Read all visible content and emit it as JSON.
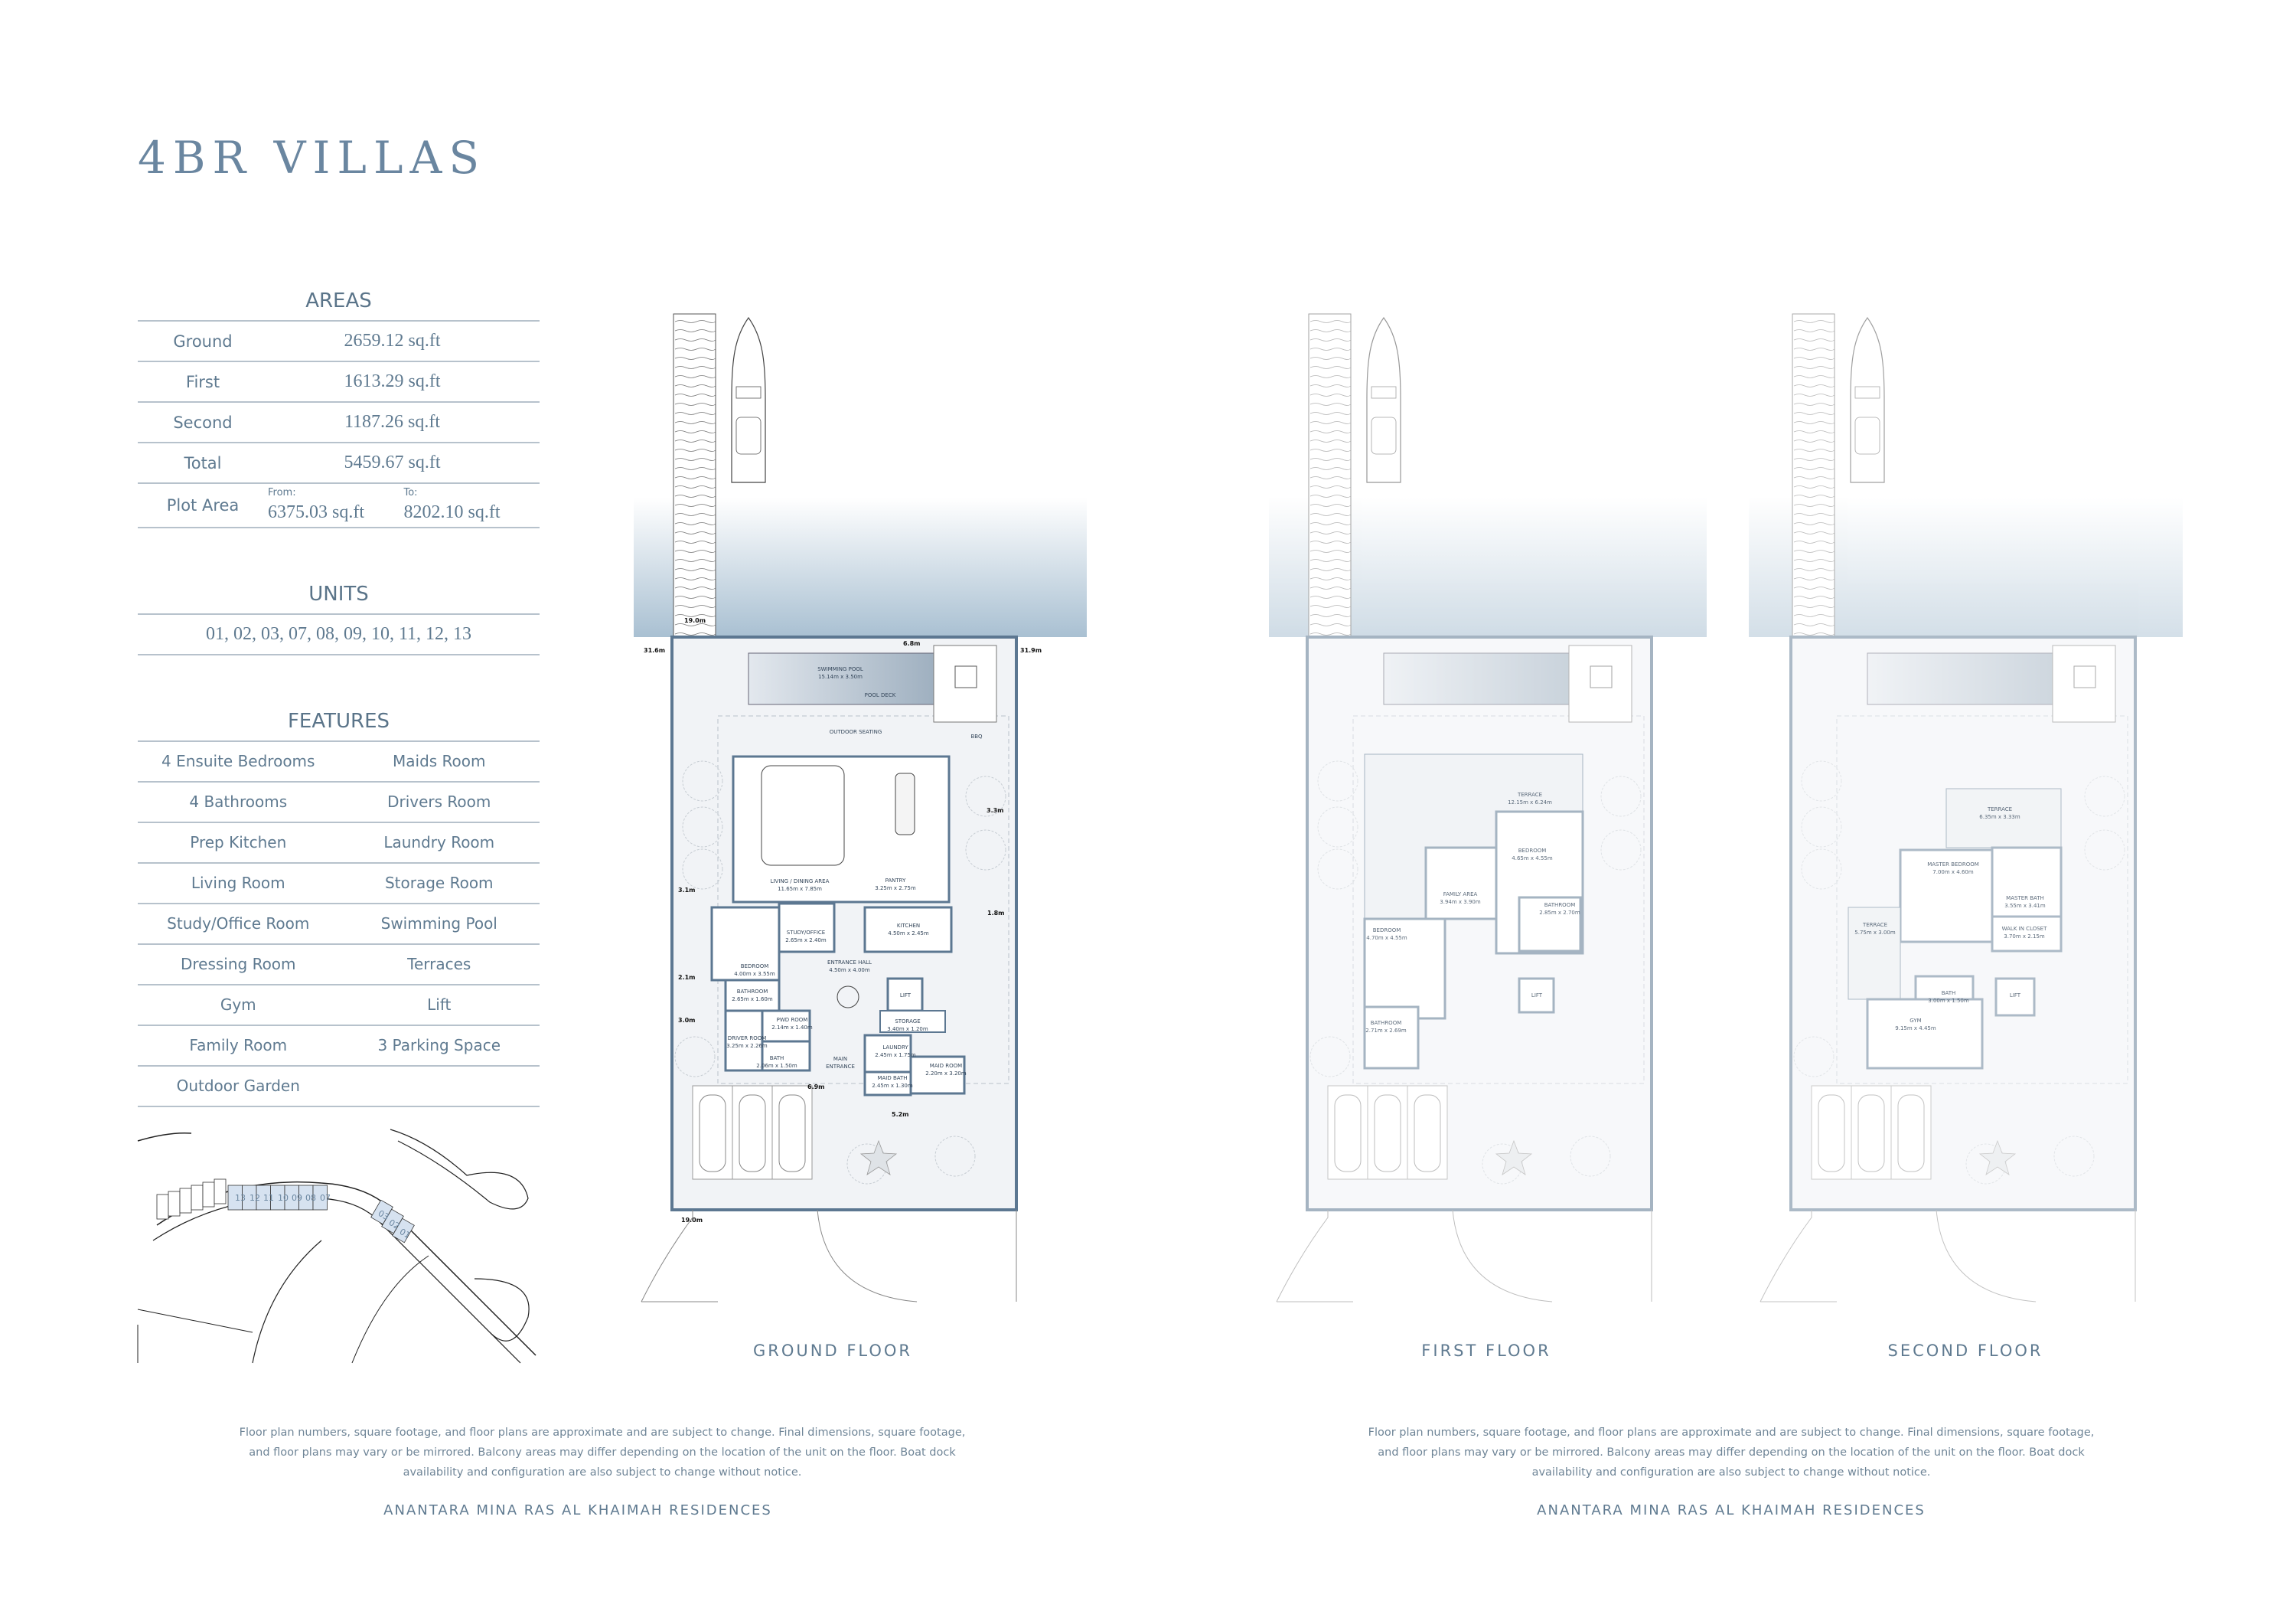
{
  "title": "4BR VILLAS",
  "areas": {
    "heading": "AREAS",
    "rows": [
      {
        "label": "Ground",
        "value": "2659.12 sq.ft"
      },
      {
        "label": "First",
        "value": "1613.29 sq.ft"
      },
      {
        "label": "Second",
        "value": "1187.26 sq.ft"
      },
      {
        "label": "Total",
        "value": "5459.67 sq.ft"
      }
    ],
    "plot": {
      "label": "Plot Area",
      "from_label": "From:",
      "from": "6375.03 sq.ft",
      "to_label": "To:",
      "to": "8202.10 sq.ft"
    }
  },
  "units": {
    "heading": "UNITS",
    "list": "01, 02, 03, 07, 08, 09, 10, 11, 12, 13"
  },
  "features": {
    "heading": "FEATURES",
    "rows": [
      [
        "4 Ensuite Bedrooms",
        "Maids Room"
      ],
      [
        "4 Bathrooms",
        "Drivers Room"
      ],
      [
        "Prep Kitchen",
        "Laundry Room"
      ],
      [
        "Living Room",
        "Storage Room"
      ],
      [
        "Study/Office Room",
        "Swimming Pool"
      ],
      [
        "Dressing Room",
        "Terraces"
      ],
      [
        "Gym",
        "Lift"
      ],
      [
        "Family Room",
        "3 Parking Space"
      ],
      [
        "Outdoor Garden",
        ""
      ]
    ]
  },
  "key_plan": {
    "units": [
      "13",
      "12",
      "11",
      "10",
      "09",
      "08",
      "07",
      "03",
      "02",
      "01"
    ],
    "highlight_color": "#d6e2f0"
  },
  "plans": {
    "ground": {
      "label": "GROUND FLOOR",
      "rooms": [
        {
          "name": "SWIMMING POOL",
          "dim": "15.14m x 3.50m"
        },
        {
          "name": "POOL DECK"
        },
        {
          "name": "OUTDOOR SEATING"
        },
        {
          "name": "BBQ"
        },
        {
          "name": "LIVING / DINING AREA",
          "dim": "11.65m x 7.85m"
        },
        {
          "name": "PANTRY",
          "dim": "3.25m x 2.75m"
        },
        {
          "name": "STUDY/OFFICE",
          "dim": "2.65m x 2.40m"
        },
        {
          "name": "KITCHEN",
          "dim": "4.50m x 2.45m"
        },
        {
          "name": "BEDROOM",
          "dim": "4.00m x 3.55m"
        },
        {
          "name": "ENTRANCE HALL",
          "dim": "4.50m x 4.00m"
        },
        {
          "name": "BATHROOM",
          "dim": "2.65m x 1.60m"
        },
        {
          "name": "LIFT"
        },
        {
          "name": "PWD ROOM",
          "dim": "2.14m x 1.40m"
        },
        {
          "name": "STORAGE",
          "dim": "3.40m x 1.20m"
        },
        {
          "name": "DRIVER ROOM",
          "dim": "3.25m x 2.26m"
        },
        {
          "name": "BATH",
          "dim": "2.06m x 1.50m"
        },
        {
          "name": "MAIN",
          "dim": "ENTRANCE"
        },
        {
          "name": "LAUNDRY",
          "dim": "2.45m x 1.75m"
        },
        {
          "name": "MAID ROOM",
          "dim": "2.20m x 3.20m"
        },
        {
          "name": "MAID BATH",
          "dim": "2.45m x 1.30m"
        }
      ],
      "dims": [
        "19.0m",
        "31.6m",
        "31.9m",
        "6.8m",
        "3.3m",
        "3.1m",
        "1.8m",
        "2.1m",
        "3.0m",
        "6.9m",
        "5.2m",
        "19.0m"
      ]
    },
    "first": {
      "label": "FIRST FLOOR",
      "rooms": [
        {
          "name": "TERRACE",
          "dim": "12.15m x 6.24m"
        },
        {
          "name": "BEDROOM",
          "dim": "4.65m x 4.55m"
        },
        {
          "name": "FAMILY AREA",
          "dim": "3.94m x 3.90m"
        },
        {
          "name": "BATHROOM",
          "dim": "2.85m x 2.70m"
        },
        {
          "name": "BEDROOM",
          "dim": "4.70m x 4.55m"
        },
        {
          "name": "BATHROOM",
          "dim": "2.71m x 2.69m"
        },
        {
          "name": "LIFT"
        }
      ]
    },
    "second": {
      "label": "SECOND FLOOR",
      "rooms": [
        {
          "name": "TERRACE",
          "dim": "6.35m x 3.33m"
        },
        {
          "name": "MASTER BEDROOM",
          "dim": "7.00m x 4.60m"
        },
        {
          "name": "MASTER BATH",
          "dim": "3.55m x 3.41m"
        },
        {
          "name": "WALK IN CLOSET",
          "dim": "3.70m x 2.15m"
        },
        {
          "name": "TERRACE",
          "dim": "5.75m x 3.00m"
        },
        {
          "name": "BATH",
          "dim": "3.00m x 1.50m"
        },
        {
          "name": "GYM",
          "dim": "9.15m x 4.45m"
        },
        {
          "name": "LIFT"
        }
      ]
    }
  },
  "colors": {
    "accent": "#6a86a0",
    "wall": "#5c7791",
    "water": "#a9c0d2",
    "rule": "#b7c2cc"
  },
  "disclaimer": [
    "Floor plan numbers, square footage, and floor plans are approximate and are subject to change. Final dimensions, square footage,",
    "and floor plans may vary or be mirrored. Balcony areas may differ depending on the location of the unit on the floor. Boat dock",
    "availability and configuration are also subject to change without notice."
  ],
  "brand": "ANANTARA MINA RAS AL KHAIMAH RESIDENCES"
}
